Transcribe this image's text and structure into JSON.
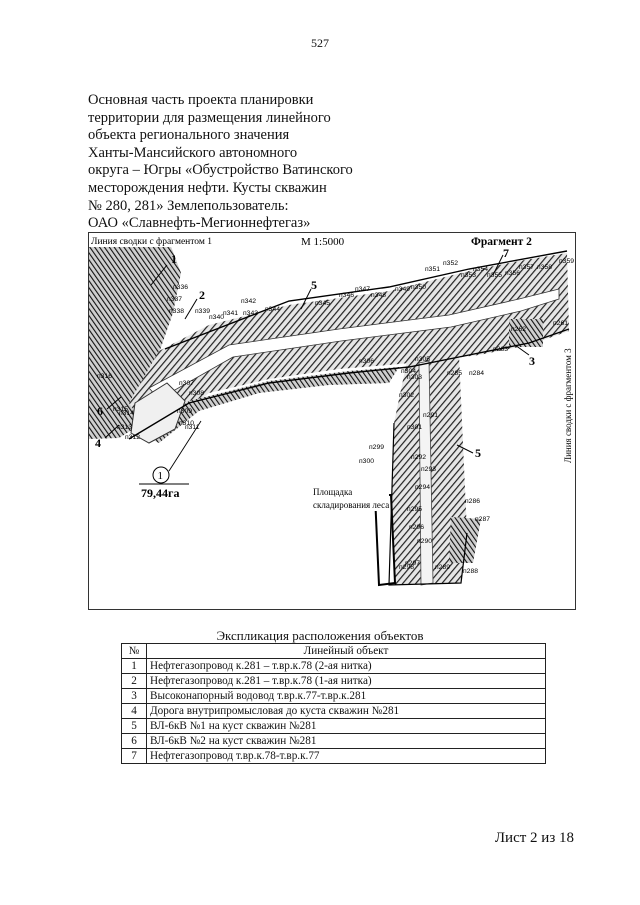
{
  "page_number": "527",
  "title_lines": [
    "Основная часть проекта планировки",
    "территории для размещения линейного",
    "объекта регионального значения",
    "Ханты-Мансийского автономного",
    "округа – Югры «Обустройство Ватинского",
    "месторождения нефти. Кусты скважин",
    "№ 280, 281» Землепользователь:",
    "ОАО «Славнефть-Мегионнефтегаз»"
  ],
  "map": {
    "header_left": "Линия сводки с фрагментом 1",
    "scale": "М 1:5000",
    "fragment": "Фрагмент 2",
    "side_label": "Линия сводки с фрагментом 3",
    "area_value": "79,44га",
    "area_marker": "1",
    "storage_label_line1": "Площадка",
    "storage_label_line2": "складирования леса",
    "object_markers": [
      "1",
      "2",
      "5",
      "7",
      "3",
      "6",
      "4",
      "5"
    ],
    "point_labels": [
      "п336",
      "п337",
      "п338",
      "п339",
      "п340",
      "п341",
      "п342",
      "п343",
      "п344",
      "п345",
      "п346",
      "п347",
      "п348",
      "п349",
      "п350",
      "п351",
      "п352",
      "п353",
      "п354",
      "п355",
      "п356",
      "п357",
      "п358",
      "п359",
      "п261",
      "п262",
      "п263",
      "п284",
      "п285",
      "п286",
      "п287",
      "п288",
      "п289",
      "п290",
      "п291",
      "п292",
      "п293",
      "п294",
      "п295",
      "п296",
      "п297",
      "п298",
      "п299",
      "п300",
      "п301",
      "п302",
      "п303",
      "п304",
      "п305",
      "п306",
      "п307",
      "п308",
      "п309",
      "п310",
      "п311",
      "п312",
      "п313",
      "п314",
      "п315",
      "п316"
    ]
  },
  "legend": {
    "title": "Экспликация расположения объектов",
    "headers": [
      "№",
      "Линейный объект"
    ],
    "rows": [
      {
        "num": "1",
        "name": "Нефтегазопровод к.281 – т.вр.к.78 (2-ая нитка)"
      },
      {
        "num": "2",
        "name": "Нефтегазопровод к.281 – т.вр.к.78 (1-ая нитка)"
      },
      {
        "num": "3",
        "name": "Высоконапорный водовод т.вр.к.77-т.вр.к.281"
      },
      {
        "num": "4",
        "name": "Дорога внутрипромысловая до куста скважин №281"
      },
      {
        "num": "5",
        "name": "ВЛ-6кВ №1 на куст скважин №281"
      },
      {
        "num": "6",
        "name": "ВЛ-6кВ №2 на куст скважин №281"
      },
      {
        "num": "7",
        "name": "Нефтегазопровод т.вр.к.78-т.вр.к.77"
      }
    ]
  },
  "sheet_label": "Лист 2 из 18"
}
